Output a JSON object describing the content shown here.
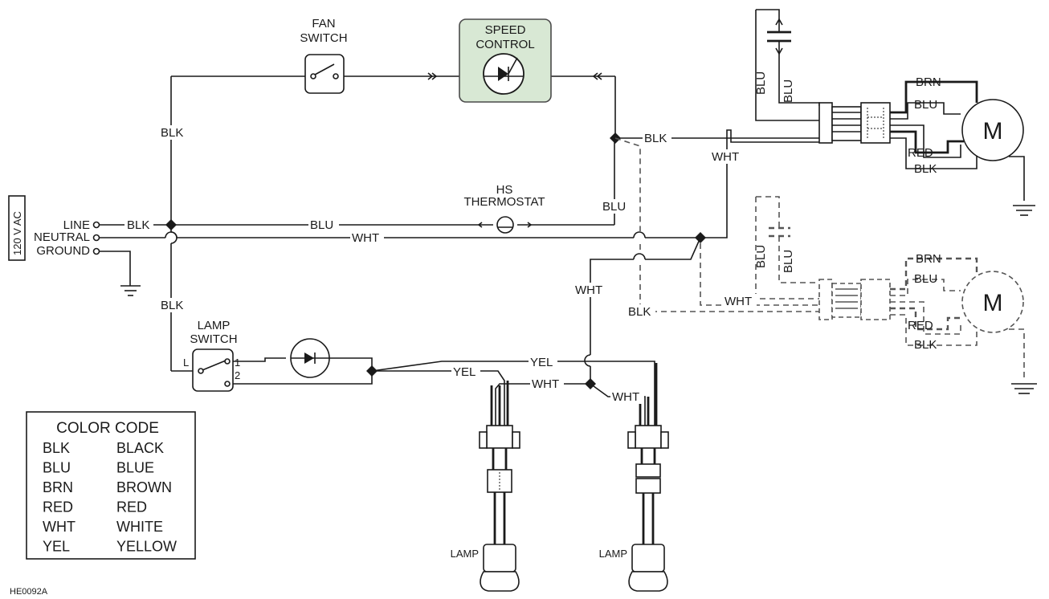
{
  "diagram": {
    "supply": {
      "voltage": "120 V AC",
      "line": "LINE",
      "neutral": "NEUTRAL",
      "ground": "GROUND"
    },
    "components": {
      "fan_switch": [
        "FAN",
        "SWITCH"
      ],
      "speed_control": [
        "SPEED",
        "CONTROL"
      ],
      "thermostat": [
        "HS",
        "THERMOSTAT"
      ],
      "lamp_switch": [
        "LAMP",
        "SWITCH"
      ],
      "lamp_switch_terminals": [
        "L",
        "1",
        "2"
      ],
      "motor": "M",
      "lamp": "LAMP"
    },
    "wires": {
      "blk": "BLK",
      "blu": "BLU",
      "wht": "WHT",
      "yel": "YEL",
      "brn": "BRN",
      "red": "RED"
    },
    "color_code": {
      "title": "COLOR CODE",
      "rows": [
        [
          "BLK",
          "BLACK"
        ],
        [
          "BLU",
          "BLUE"
        ],
        [
          "BRN",
          "BROWN"
        ],
        [
          "RED",
          "RED"
        ],
        [
          "WHT",
          "WHITE"
        ],
        [
          "YEL",
          "YELLOW"
        ]
      ]
    },
    "figure_id": "HE0092A",
    "colors": {
      "ink": "#1a1a1a",
      "dashed": "#555555",
      "speed_control_fill": "#d8e8d4",
      "speed_control_stroke": "#4a4a4a"
    }
  }
}
